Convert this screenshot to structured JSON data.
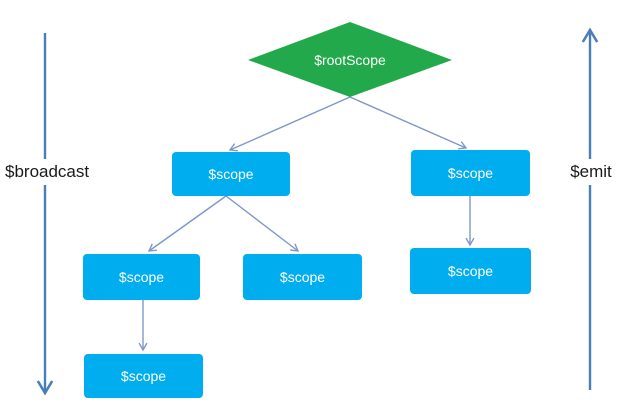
{
  "colors": {
    "diamond_green": "#21A94B",
    "box_cyan": "#00AEEF",
    "connector_blue": "#7E96CB",
    "side_arrow_blue": "#4A7EBB",
    "node_text": "#FFFFFF",
    "side_label_text": "#1A1A1A",
    "background": "#FFFFFF"
  },
  "diagram": {
    "root": {
      "id": "rootScope",
      "label": "$rootScope",
      "shape": "diamond"
    },
    "nodes": [
      {
        "id": "scope-left",
        "label": "$scope",
        "level": 2
      },
      {
        "id": "scope-right",
        "label": "$scope",
        "level": 2
      },
      {
        "id": "scope-left-child-1",
        "label": "$scope",
        "level": 3
      },
      {
        "id": "scope-left-child-2",
        "label": "$scope",
        "level": 3
      },
      {
        "id": "scope-right-child",
        "label": "$scope",
        "level": 3
      },
      {
        "id": "scope-left-grandchild",
        "label": "$scope",
        "level": 4
      }
    ],
    "edges": [
      {
        "from": "rootScope",
        "to": "scope-left"
      },
      {
        "from": "rootScope",
        "to": "scope-right"
      },
      {
        "from": "scope-left",
        "to": "scope-left-child-1"
      },
      {
        "from": "scope-left",
        "to": "scope-left-child-2"
      },
      {
        "from": "scope-right",
        "to": "scope-right-child"
      },
      {
        "from": "scope-left-child-1",
        "to": "scope-left-grandchild"
      }
    ],
    "side_annotations": [
      {
        "id": "broadcast",
        "label": "$broadcast",
        "direction": "down"
      },
      {
        "id": "emit",
        "label": "$emit",
        "direction": "up"
      }
    ]
  }
}
